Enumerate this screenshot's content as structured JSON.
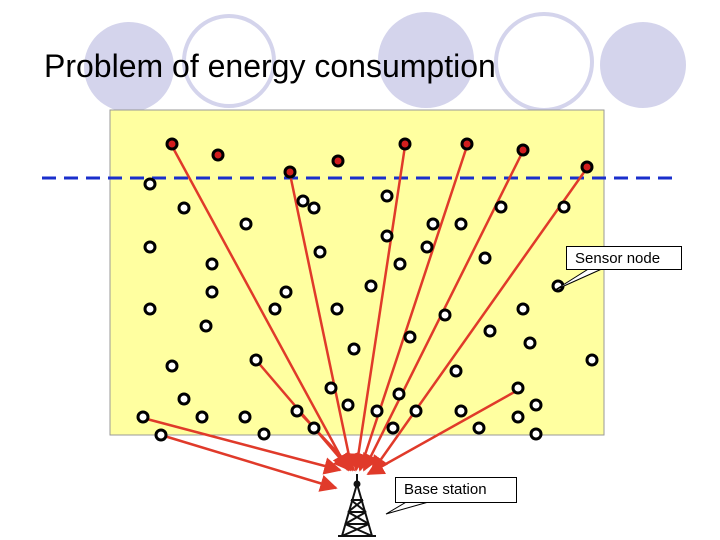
{
  "slide": {
    "title": "Problem of energy consumption"
  },
  "labels": {
    "sensor_node": "Sensor node",
    "base_station": "Base station"
  },
  "colors": {
    "field_fill": "#ffffa0",
    "divider_line": "#1a2fcc",
    "route_arrow": "#e03a2a",
    "active_node": "#d21e1e",
    "node_outline": "#000000",
    "decoration": "#d4d4ec"
  },
  "icons": {
    "base_station": "radio-tower-icon"
  }
}
